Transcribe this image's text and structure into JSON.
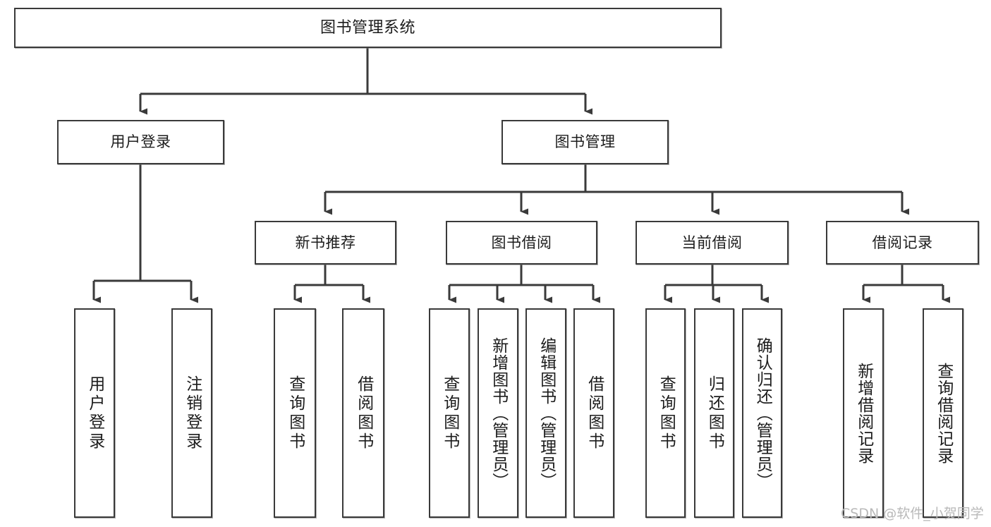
{
  "diagram": {
    "type": "tree-hierarchy-chart",
    "title": "图书管理系统",
    "watermark": "CSDN @软件_小贺同学",
    "colors": {
      "box_border": "#3a3a3a",
      "box_fill": "#ffffff",
      "connector": "#3a3a3a",
      "text": "#1c1c1c",
      "watermark": "#b9b9b9",
      "background": "#ffffff"
    },
    "root": {
      "id": "root",
      "label": "图书管理系统"
    },
    "level1": [
      {
        "id": "user-login",
        "label": "用户登录"
      },
      {
        "id": "book-manage",
        "label": "图书管理"
      }
    ],
    "level2": [
      {
        "id": "new-book-recommend",
        "label": "新书推荐",
        "parent": "book-manage"
      },
      {
        "id": "book-borrow",
        "label": "图书借阅",
        "parent": "book-manage"
      },
      {
        "id": "current-borrow",
        "label": "当前借阅",
        "parent": "book-manage"
      },
      {
        "id": "borrow-record",
        "label": "借阅记录",
        "parent": "book-manage"
      }
    ],
    "leaves": {
      "user-login": [
        {
          "id": "leaf-user-login",
          "label": "用户登录"
        },
        {
          "id": "leaf-logout-login",
          "label": "注销登录"
        }
      ],
      "new-book-recommend": [
        {
          "id": "leaf-query-book-1",
          "label": "查询图书"
        },
        {
          "id": "leaf-borrow-book-1",
          "label": "借阅图书"
        }
      ],
      "book-borrow": [
        {
          "id": "leaf-query-book-2",
          "label": "查询图书"
        },
        {
          "id": "leaf-add-book-admin",
          "label": "新增图书（管理员）"
        },
        {
          "id": "leaf-edit-book-admin",
          "label": "编辑图书（管理员）"
        },
        {
          "id": "leaf-borrow-book-2",
          "label": "借阅图书"
        }
      ],
      "current-borrow": [
        {
          "id": "leaf-query-book-3",
          "label": "查询图书"
        },
        {
          "id": "leaf-return-book",
          "label": "归还图书"
        },
        {
          "id": "leaf-confirm-return-admin",
          "label": "确认归还（管理员）"
        }
      ],
      "borrow-record": [
        {
          "id": "leaf-add-borrow-record",
          "label": "新增借阅记录"
        },
        {
          "id": "leaf-query-borrow-record",
          "label": "查询借阅记录"
        }
      ]
    }
  }
}
